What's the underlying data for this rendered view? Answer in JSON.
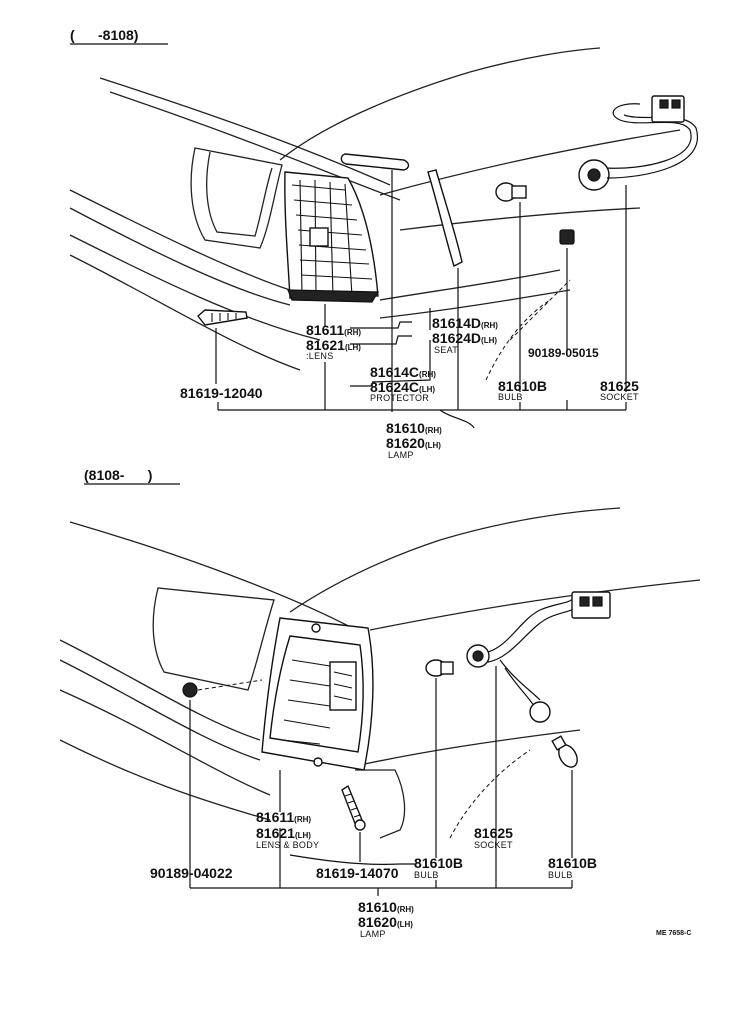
{
  "top_section": {
    "range": "(      -8108)",
    "lens": {
      "pn_rh": "81611",
      "sfx_rh": "(RH)",
      "pn_lh": "81621",
      "sfx_lh": "(LH)",
      "caption": ":LENS"
    },
    "seat": {
      "pn_rh": "81614D",
      "sfx_rh": "(RH)",
      "pn_lh": "81624D",
      "sfx_lh": "(LH)",
      "caption": "SEAT"
    },
    "protector": {
      "pn_rh": "81614C",
      "sfx_rh": "(RH)",
      "pn_lh": "81624C",
      "sfx_lh": "(LH)",
      "caption": "PROTECTOR"
    },
    "screw": {
      "pn": "81619-12040"
    },
    "clip": {
      "pn": "90189-05015"
    },
    "bulb": {
      "pn": "81610B",
      "caption": "BULB"
    },
    "socket": {
      "pn": "81625",
      "caption": "SOCKET"
    },
    "lamp": {
      "pn_rh": "81610",
      "sfx_rh": "(RH)",
      "pn_lh": "81620",
      "sfx_lh": "(LH)",
      "caption": "LAMP"
    }
  },
  "bottom_section": {
    "range": "(8108-      )",
    "lens_body": {
      "pn_rh": "81611",
      "sfx_rh": "(RH)",
      "pn_lh": "81621",
      "sfx_lh": "(LH)",
      "caption": "LENS & BODY"
    },
    "clip": {
      "pn": "90189-04022"
    },
    "screw": {
      "pn": "81619-14070"
    },
    "bulb_a": {
      "pn": "81610B",
      "caption": "BULB"
    },
    "socket": {
      "pn": "81625",
      "caption": "SOCKET"
    },
    "bulb_b": {
      "pn": "81610B",
      "caption": "BULB"
    },
    "lamp": {
      "pn_rh": "81610",
      "sfx_rh": "(RH)",
      "pn_lh": "81620",
      "sfx_lh": "(LH)",
      "caption": "LAMP"
    }
  },
  "diagram_code": "ME 7658-C"
}
